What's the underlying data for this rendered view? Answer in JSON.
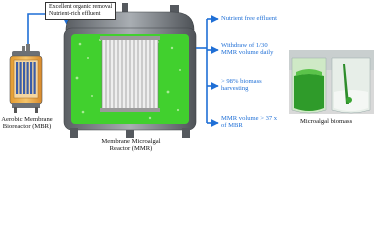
{
  "boxes": {
    "effluent_line1": "Excellent organic removal",
    "effluent_line2": "Nutrient-rich effluent"
  },
  "mbr_label": {
    "line1": "Aerobic Membrane",
    "line2": "Bioreactor (MBR)"
  },
  "mmr_label": {
    "line1": "Membrane Microalgal",
    "line2": "Reactor (MMR)"
  },
  "outcomes": [
    {
      "line1": "Nutrient free effluent",
      "line2": ""
    },
    {
      "line1": "Withdraw of 1/30",
      "line2": "MMR volume daily"
    },
    {
      "line1": "> 98% biomass",
      "line2": "harvesting"
    },
    {
      "line1": "MMR volume > 37 x",
      "line2": "of MBR"
    }
  ],
  "biomass_label": "Microalgal biomass",
  "colors": {
    "arrow": "#1f6fd6",
    "reactor_fill": "#41d02e",
    "frame": "#6b6f74",
    "mbr_accent": "#f0a838"
  }
}
